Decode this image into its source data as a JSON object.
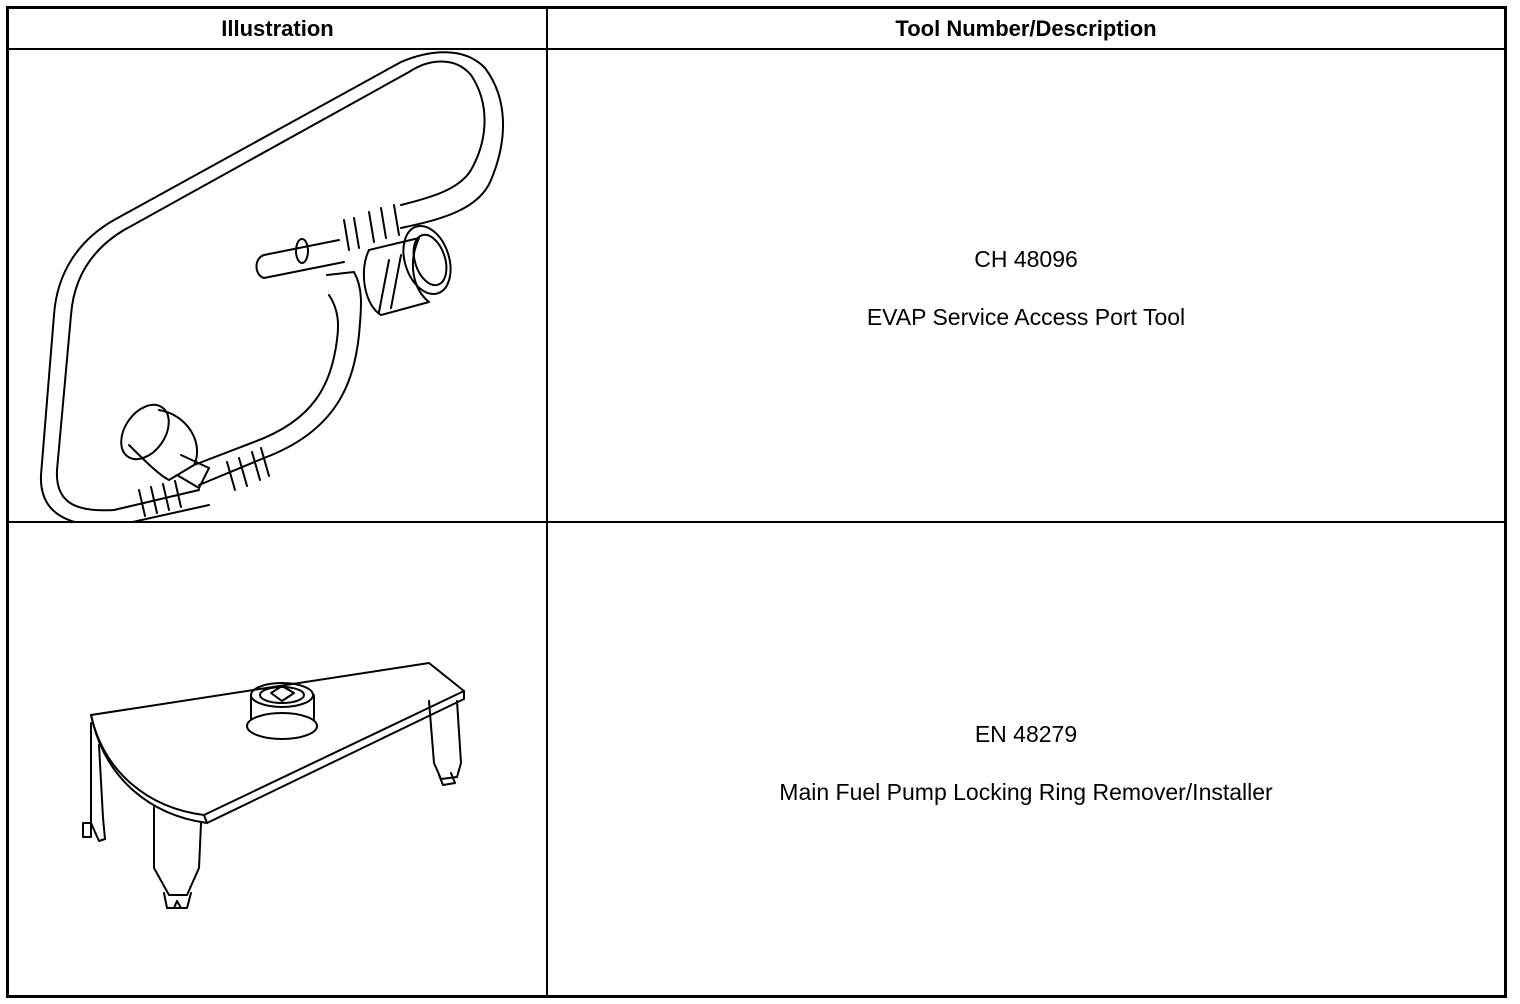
{
  "table": {
    "headers": {
      "illustration": "Illustration",
      "tool": "Tool Number/Description"
    },
    "rows": [
      {
        "tool_number": "CH 48096",
        "description": "EVAP Service Access Port Tool",
        "illustration_icon": "evap-service-access-port-tool-icon"
      },
      {
        "tool_number": "EN 48279",
        "description": "Main Fuel Pump Locking Ring Remover/Installer",
        "illustration_icon": "locking-ring-remover-tool-icon"
      }
    ]
  }
}
